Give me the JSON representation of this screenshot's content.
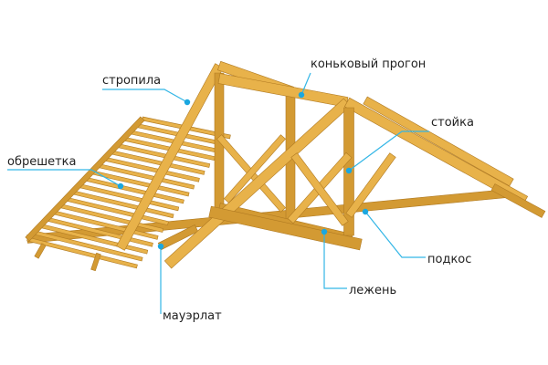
{
  "diagram": {
    "labels": {
      "rafters": "стропила",
      "ridge_purlin": "коньковый прогон",
      "post": "стойка",
      "lathing": "обрешетка",
      "strut": "подкос",
      "tie_beam": "лежень",
      "wall_plate": "мауэрлат"
    },
    "colors": {
      "wood_light": "#e8b24a",
      "wood_mid": "#d39a33",
      "wood_dark": "#b07a22",
      "leader_line": "#33b6e6",
      "marker_dot": "#1aa7e0",
      "label_text": "#222222"
    }
  }
}
